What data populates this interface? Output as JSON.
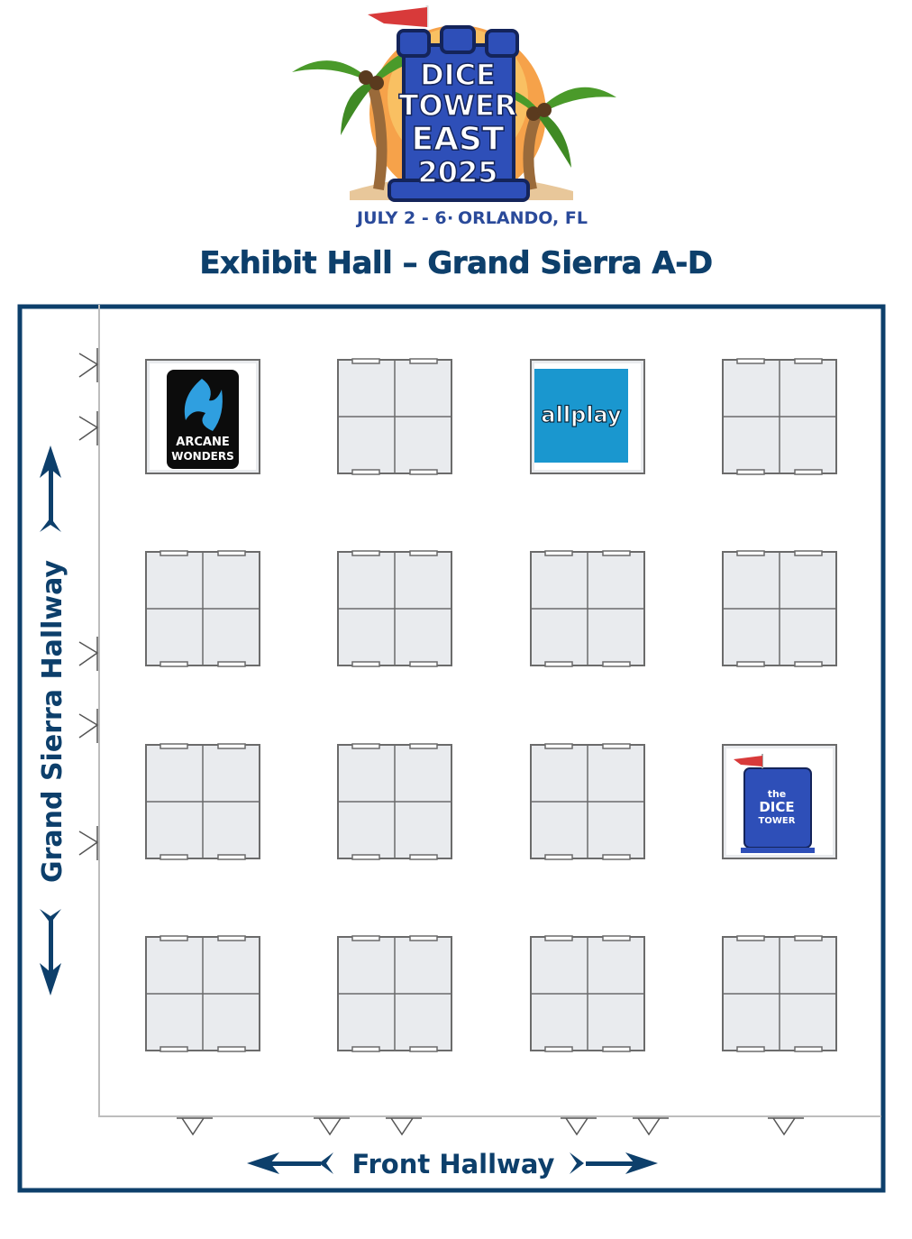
{
  "logo": {
    "line1": "DICE",
    "line2": "TOWER",
    "line3": "EAST",
    "line4": "2025",
    "dates": "JULY 2 - 6",
    "separator": "·",
    "location": "ORLANDO, FL"
  },
  "hall_title": "Exhibit Hall –  Grand Sierra A-D",
  "hallways": {
    "left": "Grand Sierra Hallway",
    "bottom": "Front Hallway"
  },
  "sponsors": {
    "arcane_line1": "ARCANE",
    "arcane_line2": "WONDERS",
    "allplay": "allplay",
    "dicetower_line1": "the",
    "dicetower_line2": "DICE",
    "dicetower_line3": "TOWER"
  },
  "colors": {
    "navy": "#0d3f6b",
    "booth": "#e9ebee",
    "allplay_blue": "#1a97cf",
    "tower_blue": "#2e4fb8"
  }
}
